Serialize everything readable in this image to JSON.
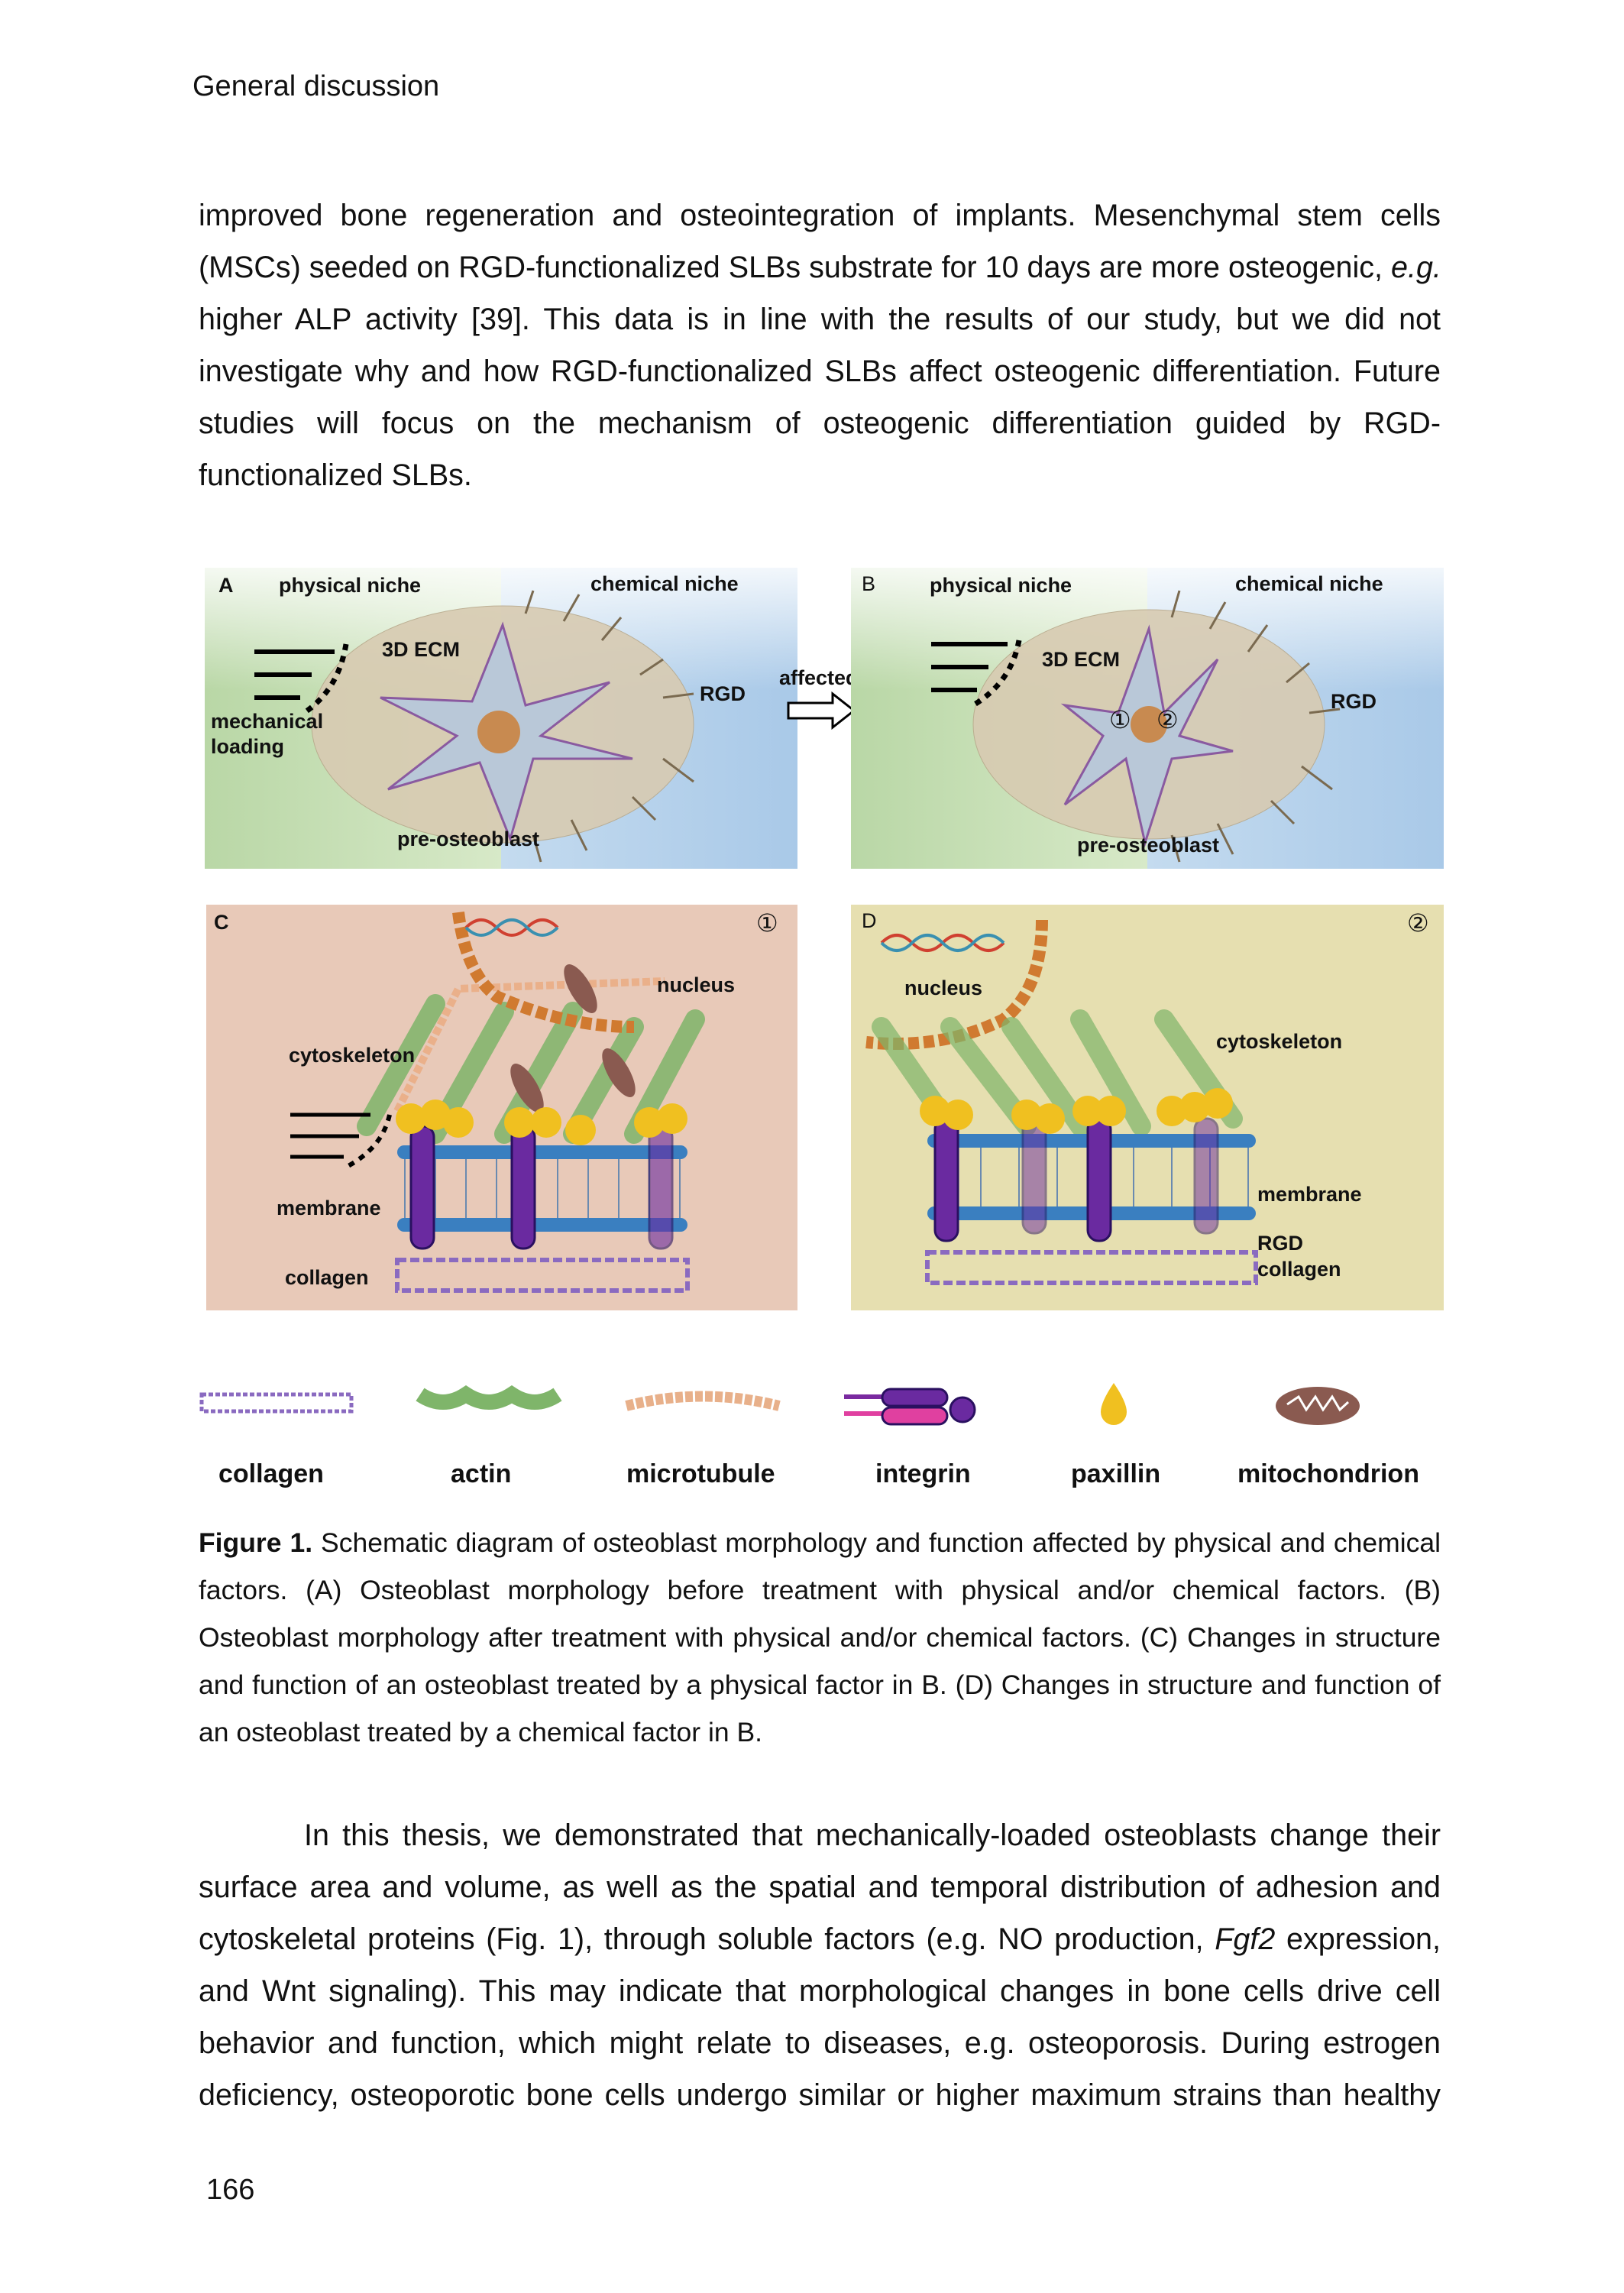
{
  "header": "General discussion",
  "para1": [
    [
      {
        "t": "improved bone regeneration and osteointegration of implants. Mesenchymal stem cells"
      }
    ],
    [
      {
        "t": "(MSCs) seeded on RGD-functionalized SLBs substrate for 10 days are more osteogenic, "
      },
      {
        "t": "e.g.",
        "i": true
      }
    ],
    [
      {
        "t": "higher ALP activity [39]. This data is in line with the results of our study, but we did not"
      }
    ],
    [
      {
        "t": "investigate why and how RGD-functionalized SLBs affect osteogenic differentiation. Future"
      }
    ],
    [
      {
        "t": "studies will focus on the mechanism of osteogenic differentiation guided by RGD-"
      }
    ],
    [
      {
        "t": "functionalized SLBs."
      }
    ]
  ],
  "figure": {
    "panel_a": {
      "letter": "A",
      "physical": "physical niche",
      "chemical": "chemical niche",
      "ecm": "3D ECM",
      "loading": "mechanical loading",
      "rgd": "RGD",
      "cell": "pre-osteoblast"
    },
    "affected": "affected",
    "panel_b": {
      "letter": "B",
      "physical": "physical niche",
      "chemical": "chemical niche",
      "ecm": "3D ECM",
      "rgd": "RGD",
      "cell": "pre-osteoblast",
      "mark1": "①",
      "mark2": "②"
    },
    "panel_c": {
      "letter": "C",
      "mark": "①",
      "nucleus": "nucleus",
      "cytoskeleton": "cytoskeleton",
      "membrane": "membrane",
      "collagen": "collagen"
    },
    "panel_d": {
      "letter": "D",
      "mark": "②",
      "nucleus": "nucleus",
      "cytoskeleton": "cytoskeleton",
      "membrane": "membrane",
      "rgd": "RGD",
      "collagen": "collagen"
    },
    "legend": [
      "collagen",
      "actin",
      "microtubule",
      "integrin",
      "paxillin",
      "mitochondrion"
    ],
    "colors": {
      "physical": "#b9d7a6",
      "chemical": "#a9c9e8",
      "panel_c_bg": "#e8c9b8",
      "panel_d_bg": "#e6dfb0",
      "paxillin": "#f0c020",
      "integrin": "#3a1f8a",
      "membrane": "#3a7fc0",
      "actin": "#7fb56a",
      "microtubule": "#e8b08a",
      "mitochondrion": "#8a5a50"
    }
  },
  "caption": [
    [
      {
        "t": "Figure 1.",
        "b": true
      },
      {
        "t": " Schematic diagram of osteoblast morphology and function affected by physical and chemical"
      }
    ],
    [
      {
        "t": "factors. (A) Osteoblast morphology before treatment with physical and/or chemical factors. (B)"
      }
    ],
    [
      {
        "t": "Osteoblast morphology after treatment with physical and/or chemical factors. (C) Changes in structure"
      }
    ],
    [
      {
        "t": "and function of an osteoblast treated by a physical factor in B. (D) Changes in structure and function of"
      }
    ],
    [
      {
        "t": "an osteoblast treated by a chemical factor in B."
      }
    ]
  ],
  "para2": [
    [
      {
        "t": "        In this thesis, we demonstrated that mechanically-loaded osteoblasts change their"
      }
    ],
    [
      {
        "t": "surface area and volume, as well as the spatial and temporal distribution of adhesion and"
      }
    ],
    [
      {
        "t": "cytoskeletal proteins (Fig. 1), through soluble factors (e.g. NO production, "
      },
      {
        "t": "Fgf2",
        "i": true
      },
      {
        "t": " expression,"
      }
    ],
    [
      {
        "t": "and Wnt signaling). This may indicate that morphological changes in bone cells drive cell"
      }
    ],
    [
      {
        "t": "behavior and function, which might relate to diseases, e.g. osteoporosis. During estrogen"
      }
    ],
    [
      {
        "t": "deficiency, osteoporotic bone cells undergo similar or higher maximum strains than healthy"
      }
    ]
  ],
  "page_number": "166"
}
